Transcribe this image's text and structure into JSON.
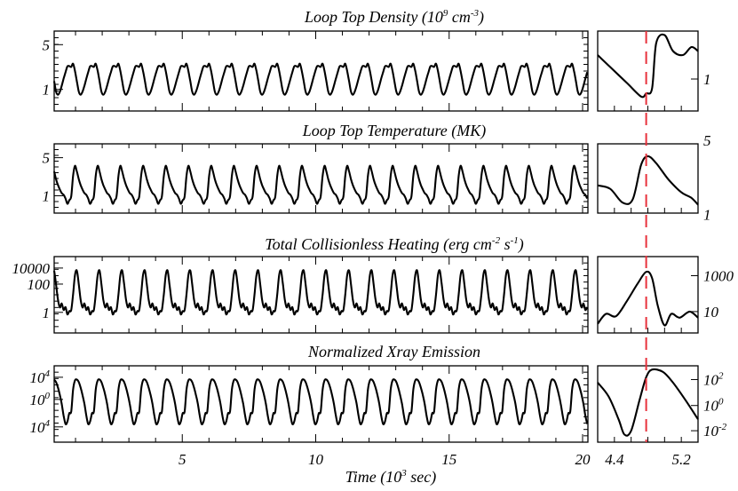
{
  "chart_data": {
    "type": "line",
    "marker_color": "#e8323c",
    "marker_time": 4.78,
    "zoom_xlim": [
      4.2,
      5.4
    ],
    "x_ticks": [
      {
        "value": 5,
        "label": "5"
      },
      {
        "value": 10,
        "label": "10"
      },
      {
        "value": 15,
        "label": "15"
      },
      {
        "value": 20,
        "label": "20"
      }
    ],
    "zoom_x_ticks": [
      {
        "value": 4.4,
        "label": "4.4"
      },
      {
        "value": 5.2,
        "label": "5.2"
      }
    ],
    "xlabel_main": "Time (10",
    "xlabel_sup": "3",
    "xlabel_tail": " sec)",
    "panels": [
      {
        "title_main": "Loop Top Density (10",
        "title_sup": "9",
        "title_mid": " cm",
        "title_sup2": "-3",
        "title_tail": ")",
        "ylim": [
          0,
          100
        ],
        "left_ticks": [
          {
            "value": 83,
            "label": "5"
          },
          {
            "value": 27,
            "label": "1"
          }
        ],
        "right_ticks": [
          {
            "value": 40,
            "label": "1"
          }
        ],
        "period": 0.85,
        "main_values": [
          55,
          60,
          48,
          35,
          22,
          20,
          25,
          33,
          42,
          50,
          57,
          56
        ],
        "zoom_values": [
          [
            4.2,
            70
          ],
          [
            4.35,
            55
          ],
          [
            4.55,
            35
          ],
          [
            4.72,
            18
          ],
          [
            4.78,
            22
          ],
          [
            4.85,
            28
          ],
          [
            4.9,
            85
          ],
          [
            5.0,
            95
          ],
          [
            5.1,
            75
          ],
          [
            5.22,
            70
          ],
          [
            5.32,
            80
          ],
          [
            5.4,
            75
          ]
        ]
      },
      {
        "title_main": "Loop Top Temperature (MK)",
        "ylim": [
          0,
          100
        ],
        "left_ticks": [
          {
            "value": 80,
            "label": "5"
          },
          {
            "value": 25,
            "label": "1"
          }
        ],
        "right_ticks": [
          {
            "value": 105,
            "label": "5"
          },
          {
            "value": -2,
            "label": "1"
          }
        ],
        "period": 0.85,
        "main_values": [
          25,
          60,
          70,
          58,
          47,
          39,
          33,
          28,
          26,
          20,
          12,
          20
        ],
        "zoom_values": [
          [
            4.2,
            40
          ],
          [
            4.35,
            35
          ],
          [
            4.5,
            15
          ],
          [
            4.62,
            20
          ],
          [
            4.72,
            70
          ],
          [
            4.8,
            82
          ],
          [
            4.9,
            72
          ],
          [
            5.05,
            48
          ],
          [
            5.2,
            30
          ],
          [
            5.32,
            22
          ],
          [
            5.4,
            12
          ]
        ]
      },
      {
        "title_main": "Total Collisionless Heating (erg cm",
        "title_sup": "-2",
        "title_mid": " s",
        "title_sup2": "-1",
        "title_tail": ")",
        "ylim": [
          0,
          100
        ],
        "left_ticks": [
          {
            "value": 85,
            "label": "10000"
          },
          {
            "value": 64,
            "label": "100"
          },
          {
            "value": 27,
            "label": "1"
          }
        ],
        "right_ticks": [
          {
            "value": 75,
            "label": "1000"
          },
          {
            "value": 28,
            "label": "10"
          }
        ],
        "period": 0.85,
        "main_values": [
          30,
          55,
          80,
          82,
          60,
          40,
          32,
          40,
          28,
          35,
          22,
          30
        ],
        "zoom_values": [
          [
            4.2,
            12
          ],
          [
            4.3,
            25
          ],
          [
            4.42,
            22
          ],
          [
            4.55,
            42
          ],
          [
            4.68,
            65
          ],
          [
            4.78,
            80
          ],
          [
            4.85,
            72
          ],
          [
            4.92,
            35
          ],
          [
            5.0,
            10
          ],
          [
            5.08,
            25
          ],
          [
            5.18,
            20
          ],
          [
            5.3,
            28
          ],
          [
            5.4,
            20
          ]
        ]
      },
      {
        "title_main": "Normalized Xray Emission",
        "ylim": [
          0,
          100
        ],
        "left_ticks": [
          {
            "value": 85,
            "label": "10",
            "sup": "4"
          },
          {
            "value": 56,
            "label": "10",
            "sup": "0"
          },
          {
            "value": 20,
            "label": "10",
            "sup": "4"
          }
        ],
        "right_ticks": [
          {
            "value": 82,
            "label": "10",
            "sup": "2"
          },
          {
            "value": 48,
            "label": "10",
            "sup": "0"
          },
          {
            "value": 15,
            "label": "10",
            "sup": "-2"
          }
        ],
        "period": 0.85,
        "main_values": [
          40,
          75,
          82,
          82,
          78,
          70,
          60,
          48,
          32,
          22,
          28,
          40
        ],
        "zoom_values": [
          [
            4.2,
            78
          ],
          [
            4.33,
            60
          ],
          [
            4.45,
            30
          ],
          [
            4.52,
            10
          ],
          [
            4.6,
            15
          ],
          [
            4.7,
            55
          ],
          [
            4.78,
            85
          ],
          [
            4.85,
            95
          ],
          [
            4.98,
            92
          ],
          [
            5.1,
            78
          ],
          [
            5.25,
            55
          ],
          [
            5.4,
            30
          ]
        ]
      }
    ]
  }
}
